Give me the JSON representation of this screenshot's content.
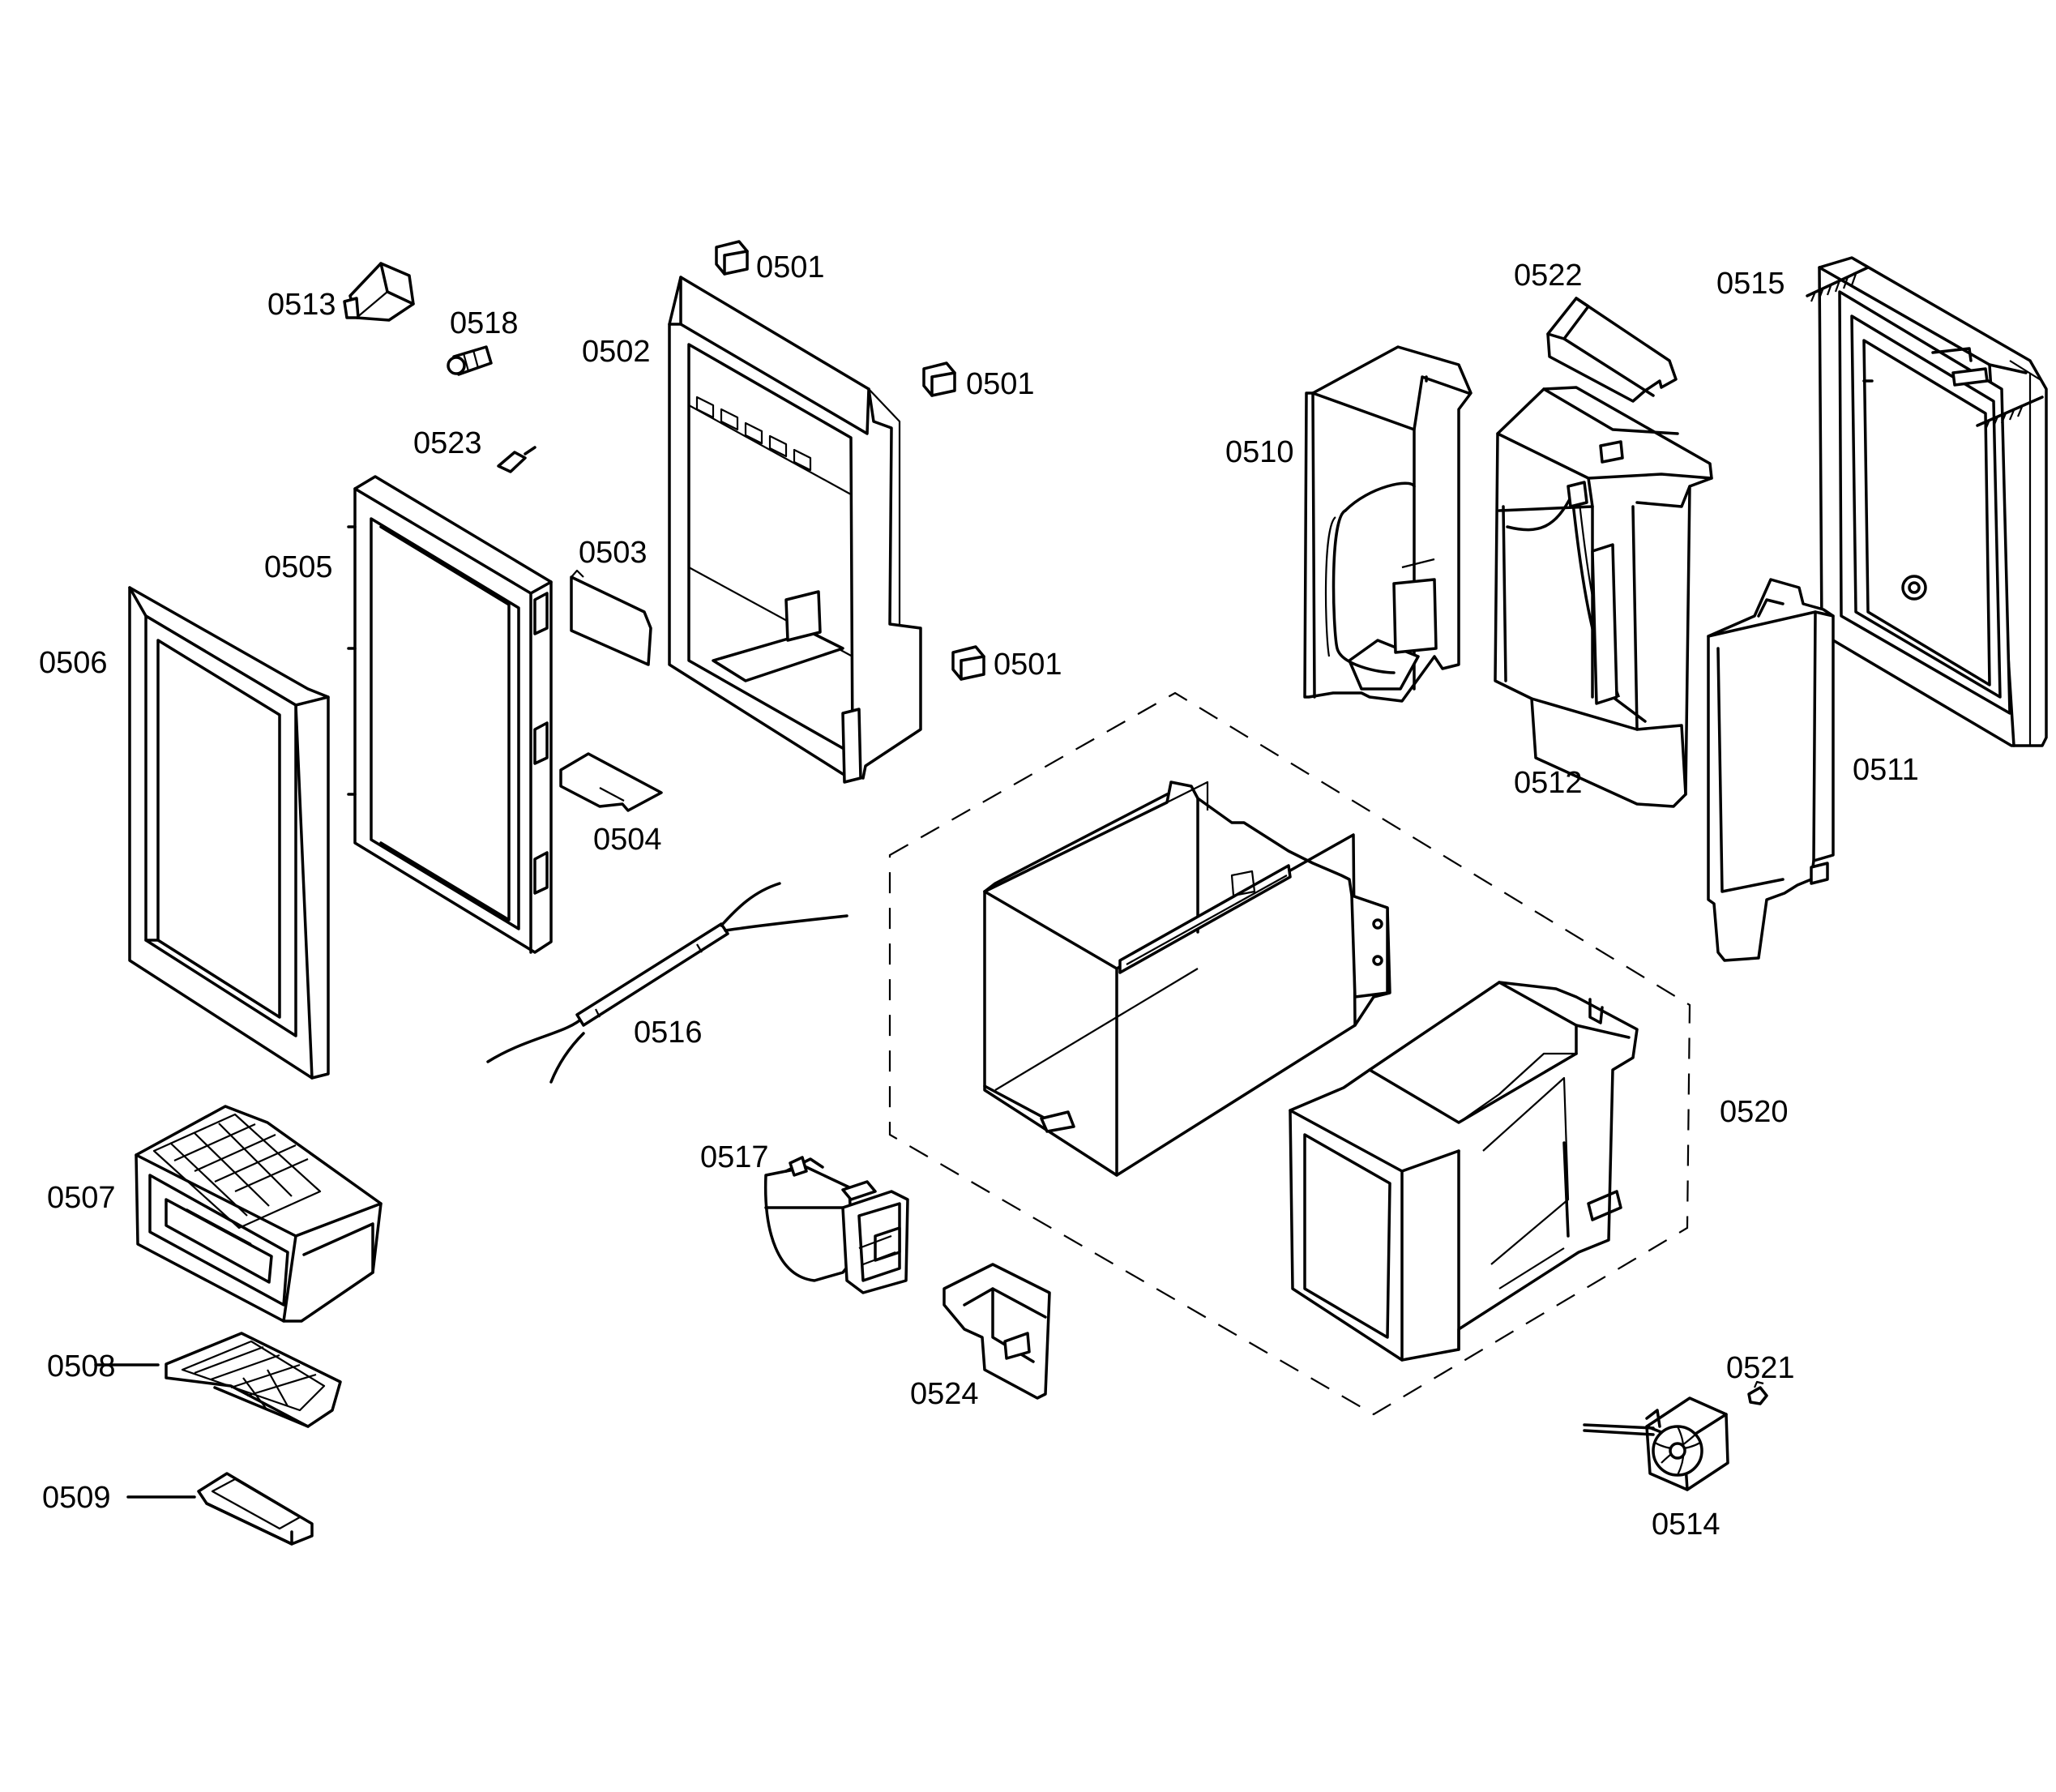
{
  "parts": [
    {
      "id": "p0501a",
      "label": "0501"
    },
    {
      "id": "p0501b",
      "label": "0501"
    },
    {
      "id": "p0501c",
      "label": "0501"
    },
    {
      "id": "p0502",
      "label": "0502"
    },
    {
      "id": "p0503",
      "label": "0503"
    },
    {
      "id": "p0504",
      "label": "0504"
    },
    {
      "id": "p0505",
      "label": "0505"
    },
    {
      "id": "p0506",
      "label": "0506"
    },
    {
      "id": "p0507",
      "label": "0507"
    },
    {
      "id": "p0508",
      "label": "0508"
    },
    {
      "id": "p0509",
      "label": "0509"
    },
    {
      "id": "p0510",
      "label": "0510"
    },
    {
      "id": "p0511",
      "label": "0511"
    },
    {
      "id": "p0512",
      "label": "0512"
    },
    {
      "id": "p0513",
      "label": "0513"
    },
    {
      "id": "p0514",
      "label": "0514"
    },
    {
      "id": "p0515",
      "label": "0515"
    },
    {
      "id": "p0516",
      "label": "0516"
    },
    {
      "id": "p0517",
      "label": "0517"
    },
    {
      "id": "p0518",
      "label": "0518"
    },
    {
      "id": "p0520",
      "label": "0520"
    },
    {
      "id": "p0521",
      "label": "0521"
    },
    {
      "id": "p0522",
      "label": "0522"
    },
    {
      "id": "p0523",
      "label": "0523"
    },
    {
      "id": "p0524",
      "label": "0524"
    }
  ]
}
